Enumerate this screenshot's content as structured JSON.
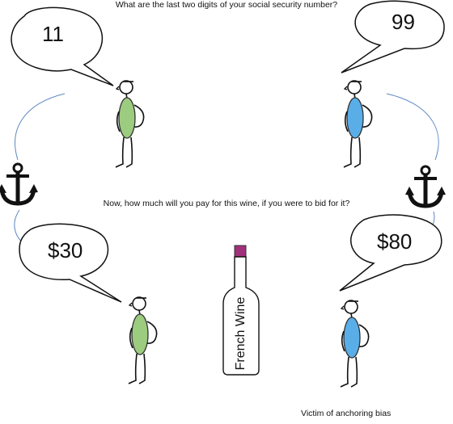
{
  "question_ssn": "What are the last two digits of your social security number?",
  "question_bid": "Now, how much will you pay for this wine, if you were to bid for it?",
  "answers": {
    "top_left": "11",
    "top_right": "99",
    "bottom_left": "$30",
    "bottom_right": "$80"
  },
  "wine_label": "French Wine",
  "caption": "Victim of anchoring bias",
  "colors": {
    "low_person": "#9ccc7f",
    "high_person": "#5aaee8",
    "connector": "#5b87c2",
    "cork": "#a0307a"
  },
  "icons": [
    "anchor-icon",
    "anchor-icon",
    "wine-bottle-icon"
  ]
}
